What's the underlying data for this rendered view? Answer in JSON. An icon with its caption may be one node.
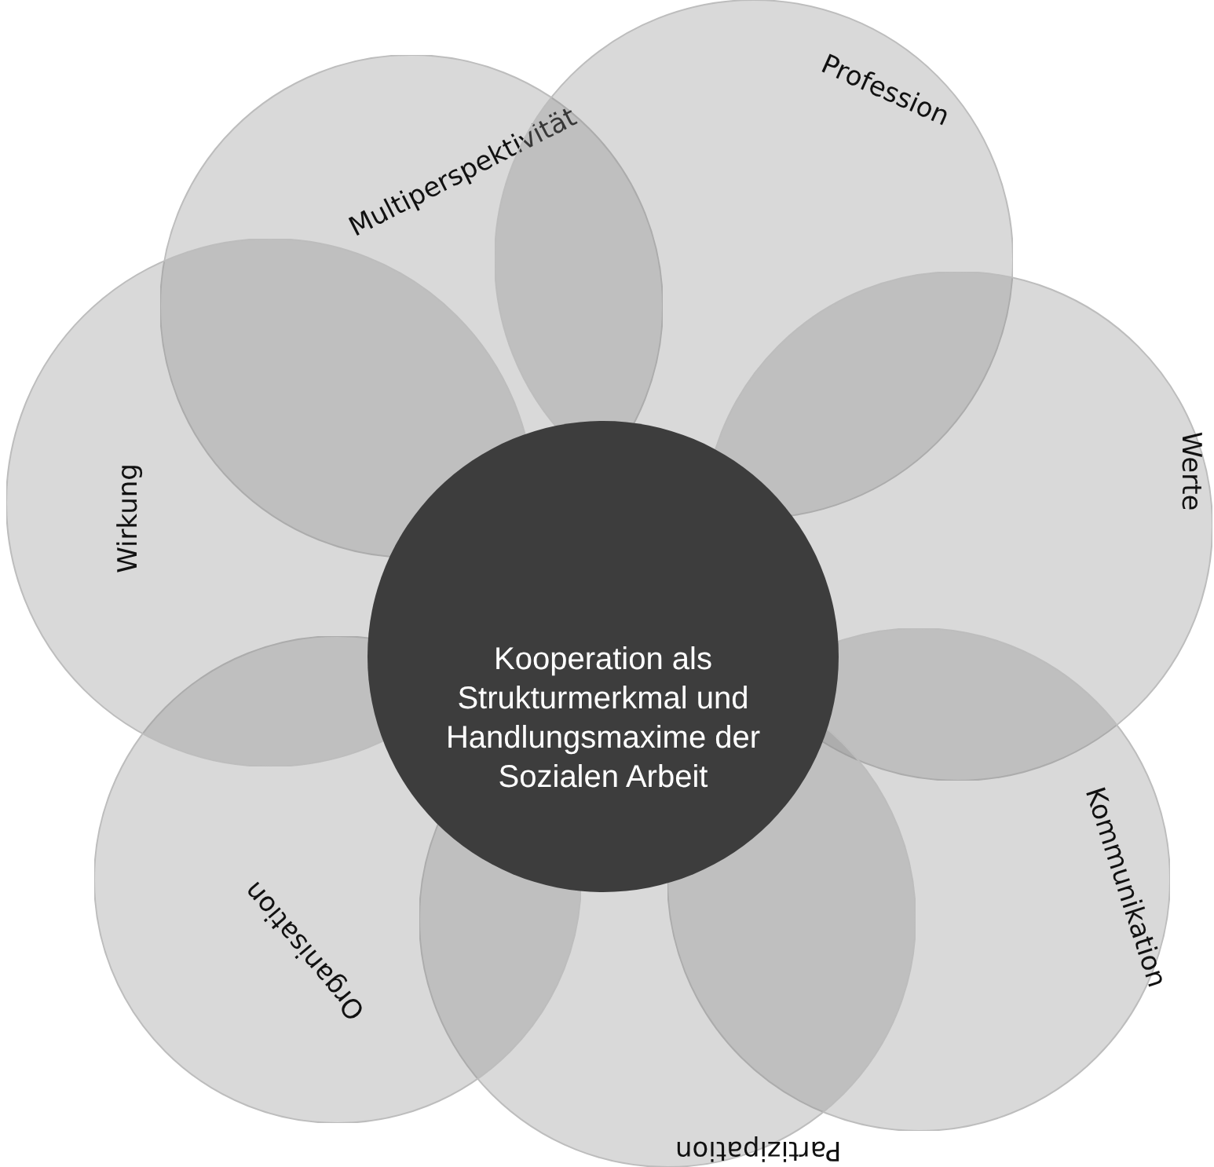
{
  "diagram": {
    "nodes": [
      {
        "text": [
          "Multiperspektivität"
        ]
      },
      {
        "text": [
          "Profession"
        ]
      },
      {
        "text": [
          "Werte"
        ]
      },
      {
        "text": [
          "Kommunikation"
        ]
      },
      {
        "text": [
          "Partizipation"
        ]
      },
      {
        "text": [
          "Organisation"
        ]
      },
      {
        "text": [
          "Wirkung"
        ]
      },
      {
        "text": [
          "Kooperation als Strukturmerkmal und Handlungsmaxime der Sozialen Arbeit"
        ]
      }
    ]
  }
}
